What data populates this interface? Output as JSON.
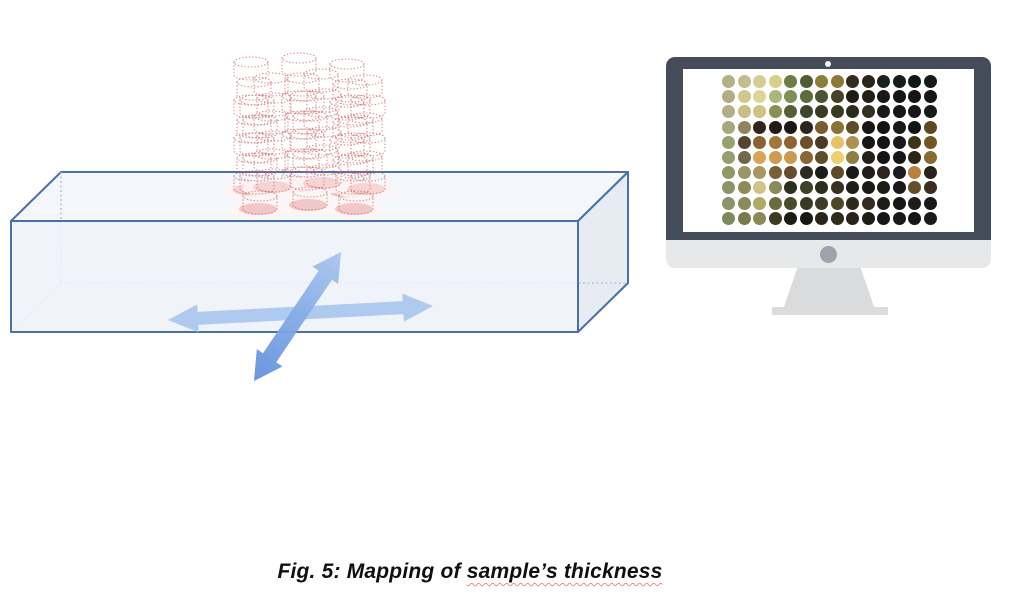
{
  "caption": {
    "prefix": "Fig. 5: Mapping of ",
    "underlined": "sample’s thickness"
  },
  "colors": {
    "box_border": "#4a70a8",
    "box_front": "#edf2f9",
    "box_top": "#f3f7fb",
    "box_side": "#e7ecf3",
    "hidden_edge": "#a9c0de",
    "arrow_light": "#a9c5ee",
    "arrow_dark": "#6290dd",
    "pulse_stroke": "#cc5f5f",
    "pulse_fill": "#e89a9a",
    "pulse_halo": "#fdf4f4",
    "monitor_bezel": "#454c59",
    "monitor_chin": "#e7e8ea",
    "monitor_stand": "#d9dbdd",
    "monitor_logo": "#9fa2ab",
    "screen_bg": "#ffffff"
  },
  "thickness_map": {
    "type": "heatmap",
    "description": "Measured thickness map shown on screen as a grid of colored dots",
    "rows": 10,
    "cols": 14,
    "dot_colors": [
      [
        "#b3b18a",
        "#c2bd8d",
        "#d4cd90",
        "#d6d08a",
        "#6f7c47",
        "#4f5d34",
        "#8a8038",
        "#8a7a36",
        "#332b1c",
        "#2a241a",
        "#1b2020",
        "#151c1d",
        "#111719",
        "#14191c"
      ],
      [
        "#b0ad87",
        "#cec88f",
        "#dcd695",
        "#a9b87a",
        "#7d9057",
        "#5a6b3c",
        "#4a5531",
        "#4a4227",
        "#1d1d16",
        "#232019",
        "#181817",
        "#141414",
        "#161616",
        "#161616"
      ],
      [
        "#b2ae89",
        "#c9bf86",
        "#cfc383",
        "#8a8f56",
        "#565e36",
        "#3f4528",
        "#3a3b23",
        "#3a3a23",
        "#2e2a1d",
        "#33301e",
        "#1a1a16",
        "#161616",
        "#181818",
        "#1a1a18"
      ],
      [
        "#a8a87f",
        "#8f8462",
        "#2e2419",
        "#221a13",
        "#1c1511",
        "#30241a",
        "#7a5c31",
        "#8a7434",
        "#5e4c28",
        "#181614",
        "#141414",
        "#1a1a18",
        "#101618",
        "#5e4724"
      ],
      [
        "#9aa171",
        "#564331",
        "#8a6231",
        "#a5763c",
        "#8f6330",
        "#6e4f2a",
        "#4b3a21",
        "#e8c268",
        "#b09050",
        "#181614",
        "#161414",
        "#1c1a16",
        "#3e3418",
        "#745626"
      ],
      [
        "#95a070",
        "#6f694a",
        "#d9a455",
        "#cf9a4d",
        "#cb9a50",
        "#8a6535",
        "#5f4c29",
        "#f0cf70",
        "#8f7e42",
        "#242018",
        "#141414",
        "#161616",
        "#2a2416",
        "#8a6a30"
      ],
      [
        "#8f9868",
        "#9a9468",
        "#ab9660",
        "#7a5c38",
        "#6a4a30",
        "#2e2a20",
        "#1c1c18",
        "#5e4a28",
        "#1a1a16",
        "#201e18",
        "#2e261c",
        "#1a1c1e",
        "#b8823c",
        "#2a2218"
      ],
      [
        "#8a9468",
        "#8f8a59",
        "#cfc488",
        "#8a8a58",
        "#2a3020",
        "#3e4226",
        "#2a2c1c",
        "#343022",
        "#1e1e18",
        "#1a1a16",
        "#1e1c16",
        "#181818",
        "#684e28",
        "#3a2e1e"
      ],
      [
        "#8a9468",
        "#8a8a5c",
        "#b0a868",
        "#6a6a40",
        "#4a4a2c",
        "#3a3a24",
        "#3e3c26",
        "#4f4828",
        "#2e2a1a",
        "#342c1c",
        "#1c1c18",
        "#161616",
        "#1e1c16",
        "#181818"
      ],
      [
        "#7a8a5c",
        "#7a7a50",
        "#8a8a58",
        "#3a3a26",
        "#1c1c16",
        "#181814",
        "#2a241a",
        "#2e2a1c",
        "#282218",
        "#1e1c16",
        "#161616",
        "#181818",
        "#161616",
        "#181a1a"
      ]
    ]
  }
}
